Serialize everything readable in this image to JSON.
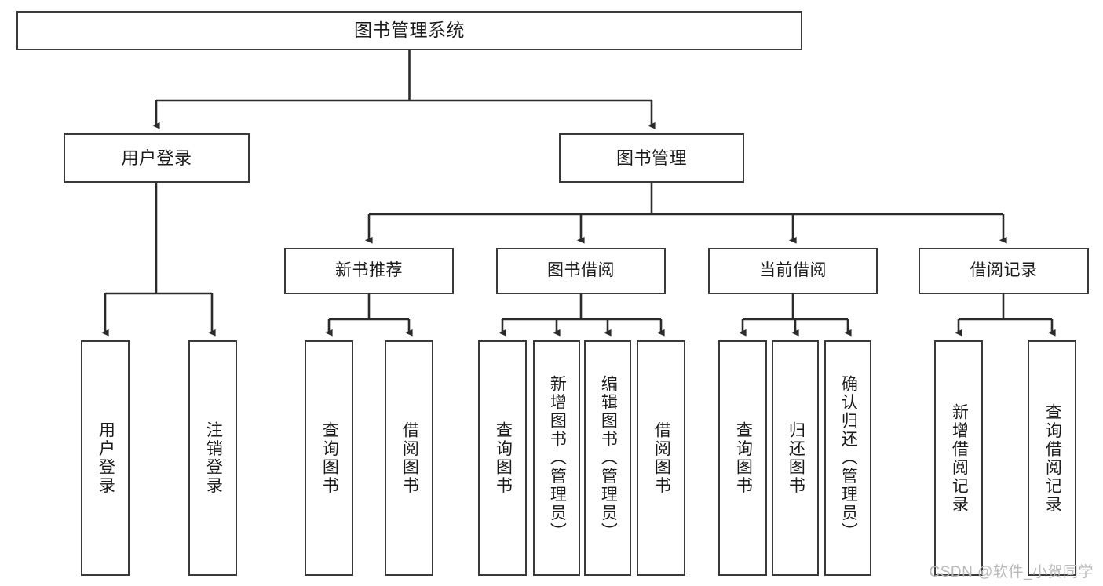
{
  "diagram": {
    "type": "tree-hierarchy",
    "title": "图书管理系统",
    "orientation": "top-down",
    "edge_style": "orthogonal-arrow",
    "colors": {
      "box_border": "#3a3a3a",
      "box_fill": "#ffffff",
      "connector": "#2b2b2b",
      "text": "#1b1b1b",
      "watermark": "#b9b9b9"
    },
    "root": {
      "label": "图书管理系统"
    },
    "level2": [
      {
        "label": "用户登录"
      },
      {
        "label": "图书管理"
      }
    ],
    "level3": [
      {
        "label": "新书推荐"
      },
      {
        "label": "图书借阅"
      },
      {
        "label": "当前借阅"
      },
      {
        "label": "借阅记录"
      }
    ],
    "leaves": {
      "user_login": [
        {
          "label": "用户登录"
        },
        {
          "label": "注销登录"
        }
      ],
      "new_book_recommend": [
        {
          "label": "查询图书"
        },
        {
          "label": "借阅图书"
        }
      ],
      "book_borrow": [
        {
          "label": "查询图书"
        },
        {
          "label": "新增图书（管理员）"
        },
        {
          "label": "编辑图书（管理员）"
        },
        {
          "label": "借阅图书"
        }
      ],
      "current_borrow": [
        {
          "label": "查询图书"
        },
        {
          "label": "归还图书"
        },
        {
          "label": "确认归还（管理员）"
        }
      ],
      "borrow_record": [
        {
          "label": "新增借阅记录"
        },
        {
          "label": "查询借阅记录"
        }
      ]
    }
  },
  "watermark": {
    "text": "CSDN @软件_小贺同学"
  }
}
